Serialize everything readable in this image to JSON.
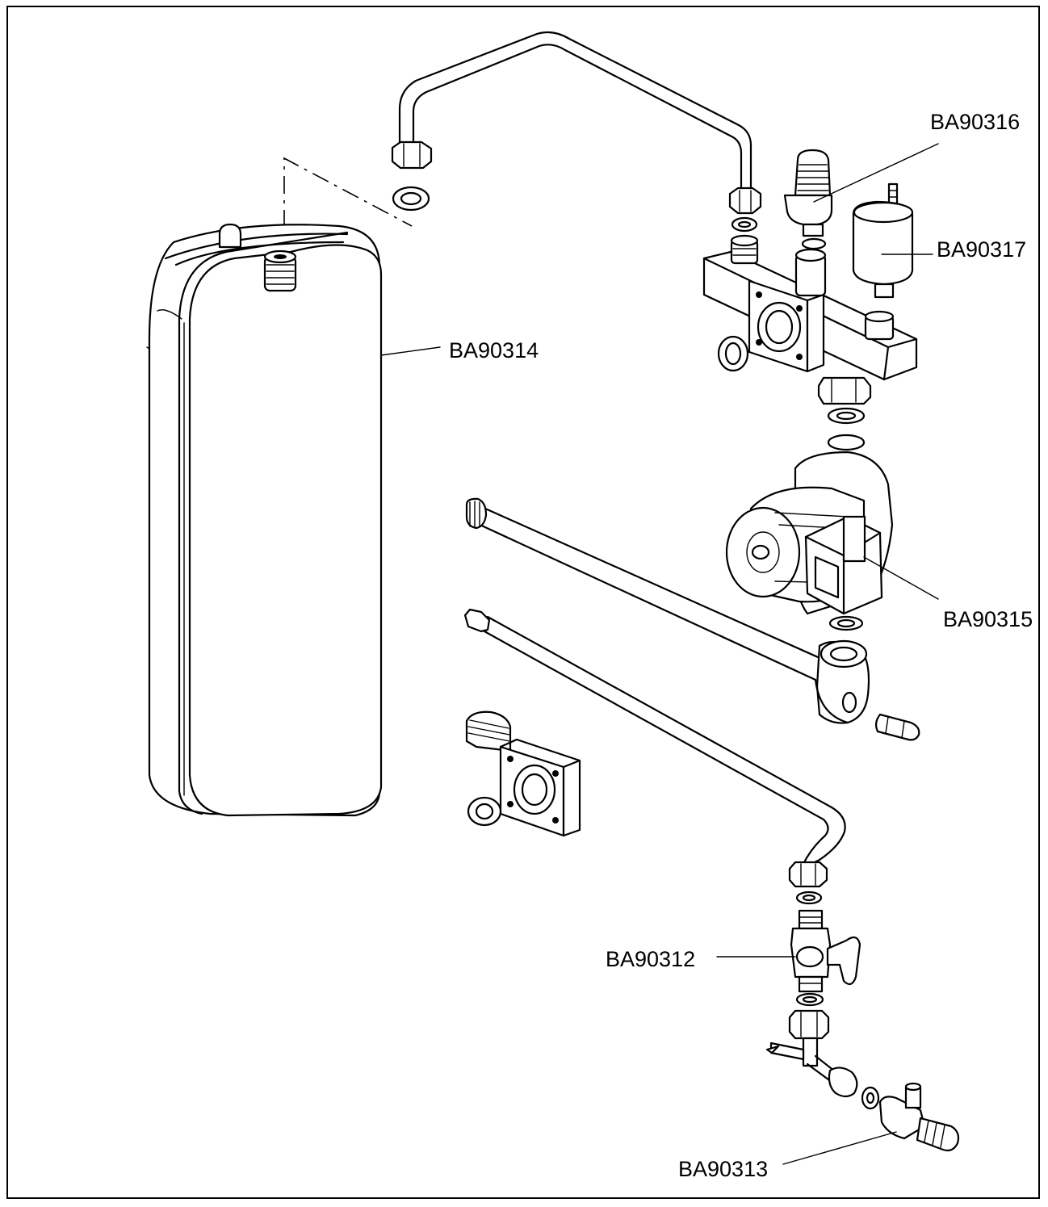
{
  "labels": {
    "ba90316": "BA90316",
    "ba90317": "BA90317",
    "ba90314": "BA90314",
    "ba90315": "BA90315",
    "ba90312": "BA90312",
    "ba90313": "BA90313"
  }
}
